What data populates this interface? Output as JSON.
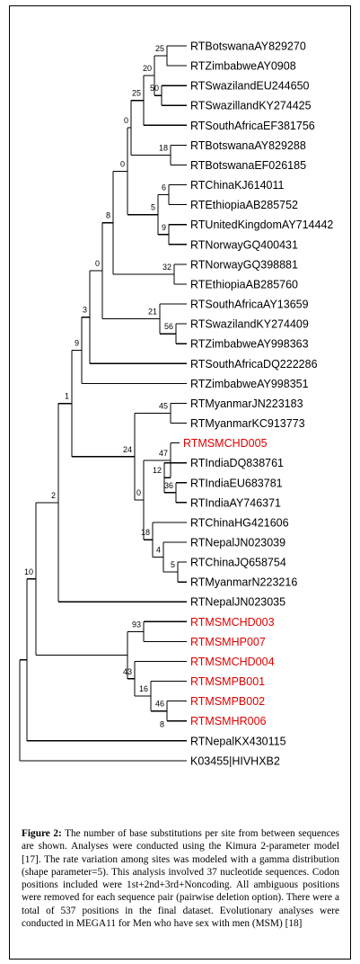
{
  "tree": {
    "leaves": [
      {
        "label": "RTBotswanaAY829270",
        "color": "#000000"
      },
      {
        "label": "RTZimbabweAY0908",
        "color": "#000000"
      },
      {
        "label": "RTSwazilandEU244650",
        "color": "#000000"
      },
      {
        "label": "RTSwazillandKY274425",
        "color": "#000000"
      },
      {
        "label": "RTSouthAfricaEF381756",
        "color": "#000000"
      },
      {
        "label": "RTBotswanaAY829288",
        "color": "#000000"
      },
      {
        "label": "RTBotswanaEF026185",
        "color": "#000000"
      },
      {
        "label": "RTChinaKJ614011",
        "color": "#000000"
      },
      {
        "label": "RTEthiopiaAB285752",
        "color": "#000000"
      },
      {
        "label": "RTUnitedKingdomAY714442",
        "color": "#000000"
      },
      {
        "label": "RTNorwayGQ400431",
        "color": "#000000"
      },
      {
        "label": "RTNorwayGQ398881",
        "color": "#000000"
      },
      {
        "label": "RTEthiopiaAB285760",
        "color": "#000000"
      },
      {
        "label": "RTSouthAfricaAY13659",
        "color": "#000000"
      },
      {
        "label": "RTSwazilandKY274409",
        "color": "#000000"
      },
      {
        "label": "RTZimbabweAY998363",
        "color": "#000000"
      },
      {
        "label": "RTSouthAfricaDQ222286",
        "color": "#000000"
      },
      {
        "label": "RTZimbabweAY998351",
        "color": "#000000"
      },
      {
        "label": "RTMyanmarJN223183",
        "color": "#000000"
      },
      {
        "label": "RTMyanmarKC913773",
        "color": "#000000"
      },
      {
        "label": "RTMSMCHD005",
        "color": "#e00000"
      },
      {
        "label": "RTIndiaDQ838761",
        "color": "#000000"
      },
      {
        "label": "RTIndiaEU683781",
        "color": "#000000"
      },
      {
        "label": "RTIndiaAY746371",
        "color": "#000000"
      },
      {
        "label": "RTChinaHG421606",
        "color": "#000000"
      },
      {
        "label": "RTNepalJN023039",
        "color": "#000000"
      },
      {
        "label": "RTChinaJQ658754",
        "color": "#000000"
      },
      {
        "label": "RTMyanmarN223216",
        "color": "#000000"
      },
      {
        "label": "RTNepalJN023035",
        "color": "#000000"
      },
      {
        "label": "RTMSMCHD003",
        "color": "#e00000"
      },
      {
        "label": "RTMSMHP007",
        "color": "#e00000"
      },
      {
        "label": "RTMSMCHD004",
        "color": "#e00000"
      },
      {
        "label": "RTMSMPB001",
        "color": "#e00000"
      },
      {
        "label": "RTMSMPB002",
        "color": "#e00000"
      },
      {
        "label": "RTMSMHR006",
        "color": "#e00000"
      },
      {
        "label": "RTNepalKX430115",
        "color": "#000000"
      },
      {
        "label": "K03455|HIVHXB2",
        "color": "#000000"
      }
    ],
    "support_values": [
      "25",
      "20",
      "25",
      "50",
      "0",
      "18",
      "0",
      "6",
      "5",
      "9",
      "8",
      "32",
      "0",
      "21",
      "56",
      "3",
      "9",
      "1",
      "45",
      "47",
      "12",
      "0",
      "36",
      "4",
      "5",
      "18",
      "24",
      "2",
      "93",
      "43",
      "16",
      "46",
      "8",
      "10"
    ]
  },
  "caption": {
    "label": "Figure 2:",
    "text": "The number of base substitutions per site from between sequences are shown. Analyses were conducted using the Kimura 2-parameter model [17]. The rate variation among sites was modeled with a gamma distribution (shape parameter=5). This analysis involved 37 nucleotide sequences. Codon positions included were 1st+2nd+3rd+Noncoding. All ambiguous positions were removed for each sequence pair (pairwise deletion option). There were a total of 537 positions in the final dataset. Evolutionary analyses were conducted in MEGA11 for Men who have sex with men (MSM) [18]"
  }
}
